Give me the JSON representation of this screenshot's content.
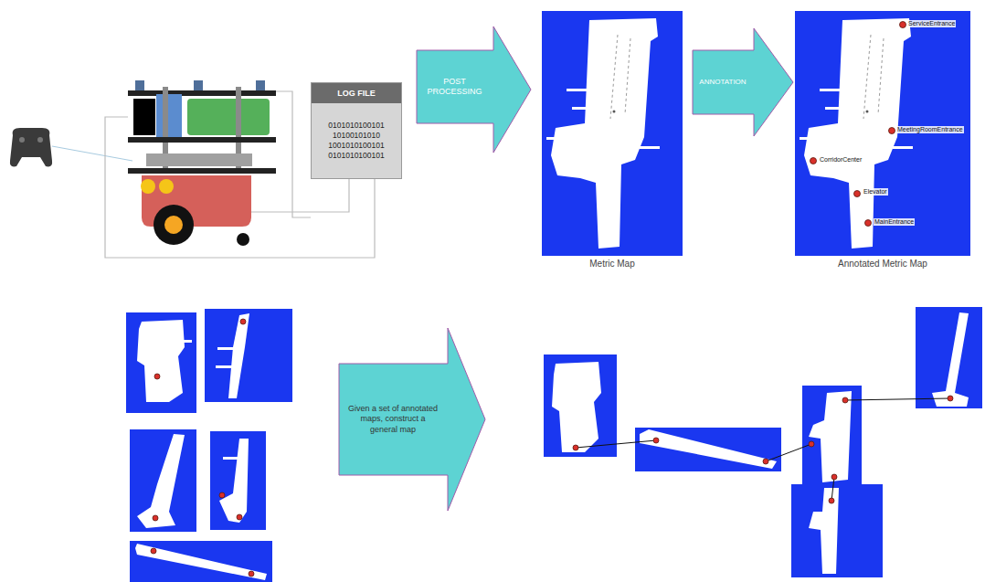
{
  "diagram": {
    "nodes": [
      {
        "text": [
          "LOG FILE",
          "0101010100101 10100101010 1001010100101 0101010100101"
        ]
      },
      {
        "text": [
          "POST PROCESSING"
        ]
      },
      {
        "text": [
          "Metric Map"
        ]
      },
      {
        "text": [
          "ANNOTATION"
        ]
      },
      {
        "text": [
          "Annotated Metric Map"
        ]
      },
      {
        "text": [
          "Given a set of annotated maps, construct a general map"
        ]
      }
    ],
    "labels": [
      "ServiceEntrance",
      "MeetingRoomEntrance",
      "CorridorCenter",
      "Elevator",
      "MainEntrance"
    ]
  }
}
